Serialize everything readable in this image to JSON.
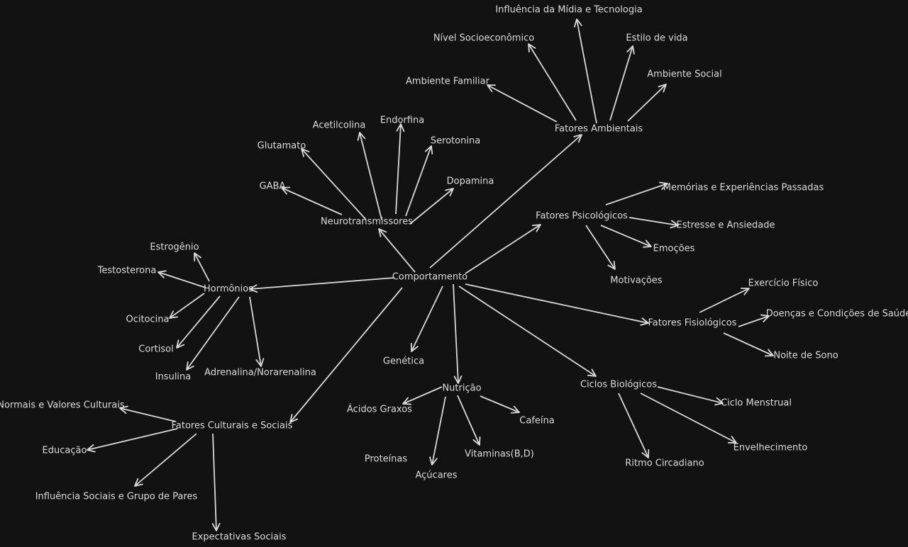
{
  "diagram": {
    "background_color": "#121212",
    "line_color": "#d9d9d9",
    "text_color": "#dcdcdc",
    "nodes": [
      {
        "id": "comportamento",
        "label": "Comportamento"
      },
      {
        "id": "neurotransmissores",
        "label": "Neurotransmissores"
      },
      {
        "id": "gaba",
        "label": "GABA"
      },
      {
        "id": "glutamato",
        "label": "Glutamato"
      },
      {
        "id": "acetilcolina",
        "label": "Acetilcolina"
      },
      {
        "id": "endorfina",
        "label": "Endorfina"
      },
      {
        "id": "serotonina",
        "label": "Serotonina"
      },
      {
        "id": "dopamina",
        "label": "Dopamina"
      },
      {
        "id": "fatores-ambientais",
        "label": "Fatores Ambientais"
      },
      {
        "id": "midia",
        "label": "Influência da Mídia e Tecnologia"
      },
      {
        "id": "socioeconomico",
        "label": "Nível Socioeconômico"
      },
      {
        "id": "estilo-de-vida",
        "label": "Estilo de vida"
      },
      {
        "id": "ambiente-social",
        "label": "Ambiente Social"
      },
      {
        "id": "ambiente-familiar",
        "label": "Ambiente Familiar"
      },
      {
        "id": "fatores-psicologicos",
        "label": "Fatores Psicológicos"
      },
      {
        "id": "memorias",
        "label": "Memórias e Experiências Passadas"
      },
      {
        "id": "estresse",
        "label": "Estresse e Ansiedade"
      },
      {
        "id": "emocoes",
        "label": "Emoções"
      },
      {
        "id": "motivacoes",
        "label": "Motivações"
      },
      {
        "id": "hormonios",
        "label": "Hormônios"
      },
      {
        "id": "estrogenio",
        "label": "Estrogênio"
      },
      {
        "id": "testosterona",
        "label": "Testosterona"
      },
      {
        "id": "ocitocina",
        "label": "Ocitocina"
      },
      {
        "id": "cortisol",
        "label": "Cortisol"
      },
      {
        "id": "insulina",
        "label": "Insulina"
      },
      {
        "id": "adrenalina",
        "label": "Adrenalina/Norarenalina"
      },
      {
        "id": "fatores-fisiologicos",
        "label": "Fatores Fisiológicos"
      },
      {
        "id": "exercicio",
        "label": "Exercício Físico"
      },
      {
        "id": "doencas",
        "label": "Doenças e Condições de Saúde"
      },
      {
        "id": "sono",
        "label": "Noite de Sono"
      },
      {
        "id": "genetica",
        "label": "Genética"
      },
      {
        "id": "nutricao",
        "label": "Nutrição"
      },
      {
        "id": "acidos-graxos",
        "label": "Ácidos Graxos"
      },
      {
        "id": "cafeina",
        "label": "Cafeína"
      },
      {
        "id": "vitaminas",
        "label": "Vitaminas(B,D)"
      },
      {
        "id": "proteinas",
        "label": "Proteínas"
      },
      {
        "id": "acucares",
        "label": "Açúcares"
      },
      {
        "id": "ciclos-biologicos",
        "label": "Ciclos Biológicos"
      },
      {
        "id": "ciclo-menstrual",
        "label": "Ciclo Menstrual"
      },
      {
        "id": "envelhecimento",
        "label": "Envelhecimento"
      },
      {
        "id": "ritmo-circadiano",
        "label": "Ritmo Circadiano"
      },
      {
        "id": "fatores-culturais",
        "label": "Fatores Culturais e Sociais"
      },
      {
        "id": "normais-valores",
        "label": "Normais e Valores Culturais"
      },
      {
        "id": "educacao",
        "label": "Educação"
      },
      {
        "id": "influencia-sociais",
        "label": "Influência Sociais e Grupo de Pares"
      },
      {
        "id": "expectativas",
        "label": "Expectativas Sociais"
      }
    ],
    "edges": [
      {
        "from": "comportamento",
        "to": "neurotransmissores"
      },
      {
        "from": "comportamento",
        "to": "fatores-ambientais"
      },
      {
        "from": "comportamento",
        "to": "fatores-psicologicos"
      },
      {
        "from": "comportamento",
        "to": "hormonios"
      },
      {
        "from": "comportamento",
        "to": "fatores-fisiologicos"
      },
      {
        "from": "comportamento",
        "to": "genetica"
      },
      {
        "from": "comportamento",
        "to": "nutricao"
      },
      {
        "from": "comportamento",
        "to": "ciclos-biologicos"
      },
      {
        "from": "comportamento",
        "to": "fatores-culturais"
      },
      {
        "from": "neurotransmissores",
        "to": "gaba"
      },
      {
        "from": "neurotransmissores",
        "to": "glutamato"
      },
      {
        "from": "neurotransmissores",
        "to": "acetilcolina"
      },
      {
        "from": "neurotransmissores",
        "to": "endorfina"
      },
      {
        "from": "neurotransmissores",
        "to": "serotonina"
      },
      {
        "from": "neurotransmissores",
        "to": "dopamina"
      },
      {
        "from": "fatores-ambientais",
        "to": "midia"
      },
      {
        "from": "fatores-ambientais",
        "to": "socioeconomico"
      },
      {
        "from": "fatores-ambientais",
        "to": "estilo-de-vida"
      },
      {
        "from": "fatores-ambientais",
        "to": "ambiente-social"
      },
      {
        "from": "fatores-ambientais",
        "to": "ambiente-familiar"
      },
      {
        "from": "fatores-psicologicos",
        "to": "memorias"
      },
      {
        "from": "fatores-psicologicos",
        "to": "estresse"
      },
      {
        "from": "fatores-psicologicos",
        "to": "emocoes"
      },
      {
        "from": "fatores-psicologicos",
        "to": "motivacoes"
      },
      {
        "from": "hormonios",
        "to": "estrogenio"
      },
      {
        "from": "hormonios",
        "to": "testosterona"
      },
      {
        "from": "hormonios",
        "to": "ocitocina"
      },
      {
        "from": "hormonios",
        "to": "cortisol"
      },
      {
        "from": "hormonios",
        "to": "insulina"
      },
      {
        "from": "hormonios",
        "to": "adrenalina"
      },
      {
        "from": "fatores-fisiologicos",
        "to": "exercicio"
      },
      {
        "from": "fatores-fisiologicos",
        "to": "doencas"
      },
      {
        "from": "fatores-fisiologicos",
        "to": "sono"
      },
      {
        "from": "nutricao",
        "to": "acidos-graxos"
      },
      {
        "from": "nutricao",
        "to": "cafeina"
      },
      {
        "from": "nutricao",
        "to": "vitaminas"
      },
      {
        "from": "nutricao",
        "to": "acucares"
      },
      {
        "from": "ciclos-biologicos",
        "to": "ciclo-menstrual"
      },
      {
        "from": "ciclos-biologicos",
        "to": "envelhecimento"
      },
      {
        "from": "ciclos-biologicos",
        "to": "ritmo-circadiano"
      },
      {
        "from": "fatores-culturais",
        "to": "normais-valores"
      },
      {
        "from": "fatores-culturais",
        "to": "educacao"
      },
      {
        "from": "fatores-culturais",
        "to": "influencia-sociais"
      },
      {
        "from": "fatores-culturais",
        "to": "expectativas"
      }
    ]
  }
}
